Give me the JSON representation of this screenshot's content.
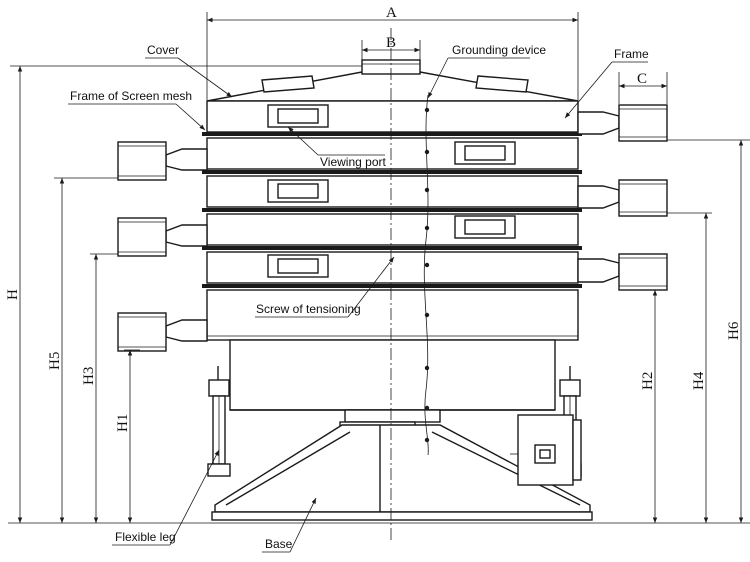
{
  "labels": {
    "cover": "Cover",
    "grounding_device": "Grounding device",
    "frame": "Frame",
    "frame_of_screen_mesh": "Frame of Screen mesh",
    "viewing_port": "Viewing port",
    "screw_of_tensioning": "Screw of tensioning",
    "flexible_leg": "Flexible leg",
    "base": "Base"
  },
  "dimensions": {
    "a": "A",
    "b": "B",
    "c": "C",
    "h": "H",
    "h1": "H1",
    "h2": "H2",
    "h3": "H3",
    "h4": "H4",
    "h5": "H5",
    "h6": "H6"
  }
}
